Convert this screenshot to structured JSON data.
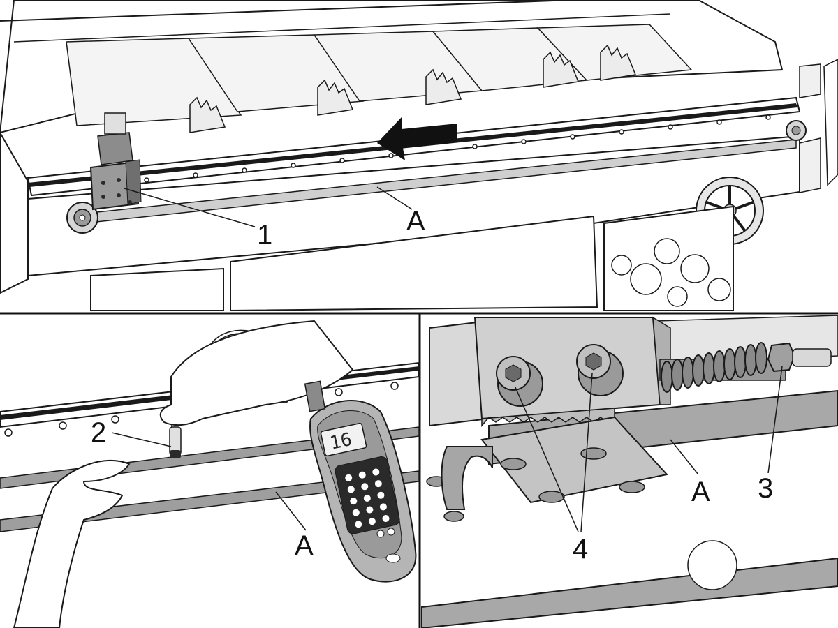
{
  "colors": {
    "outline": "#1a1a1a",
    "metal_light": "#e8e8e8",
    "metal_mid": "#c9c9c9",
    "metal_dark": "#8c8c8c",
    "rail": "#a8a8a8",
    "background": "#ffffff"
  },
  "top_panel": {
    "callouts": {
      "carriage": "1",
      "rail": "A"
    },
    "arrow_direction": "left"
  },
  "bottom_left_panel": {
    "callouts": {
      "marker": "2",
      "rail": "A"
    },
    "pendant": {
      "display_value": "16"
    }
  },
  "bottom_right_panel": {
    "callouts": {
      "spring": "3",
      "screws": "4",
      "rail": "A"
    }
  }
}
